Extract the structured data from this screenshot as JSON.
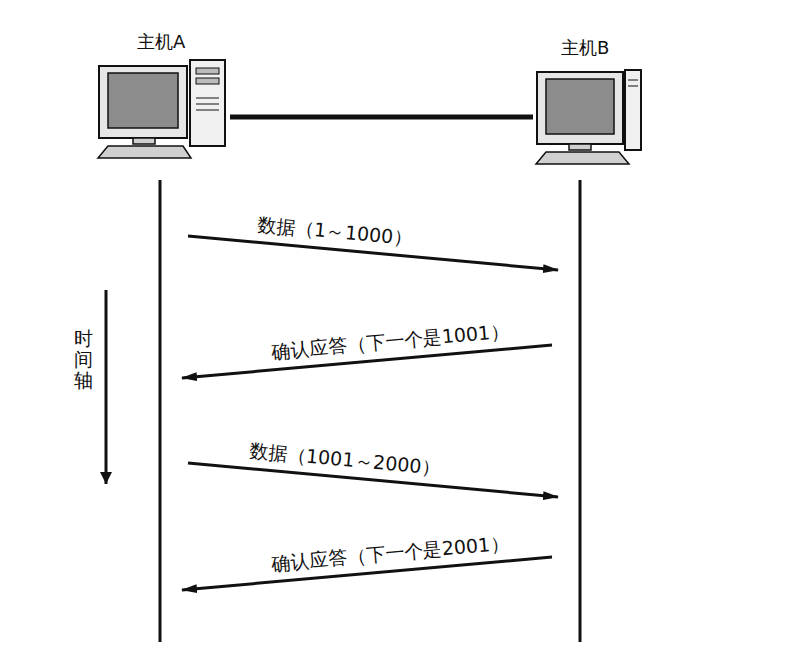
{
  "diagram": {
    "nodes": [
      {
        "text": [
          "主机A"
        ]
      },
      {
        "text": [
          "主机B"
        ]
      }
    ],
    "edges": [
      {
        "from": 0,
        "to": 1,
        "arrow": "none"
      },
      {
        "from": 0,
        "to": 1,
        "label": "数据（1～1000）",
        "arrow": "to"
      },
      {
        "from": 1,
        "to": 0,
        "label": "确认应答（下一个是1001）",
        "arrow": "to"
      },
      {
        "from": 0,
        "to": 1,
        "label": "数据（1001～2000）",
        "arrow": "to"
      },
      {
        "from": 1,
        "to": 0,
        "label": "确认应答（下一个是2001）",
        "arrow": "to"
      }
    ],
    "labels": [
      "时间轴"
    ]
  }
}
